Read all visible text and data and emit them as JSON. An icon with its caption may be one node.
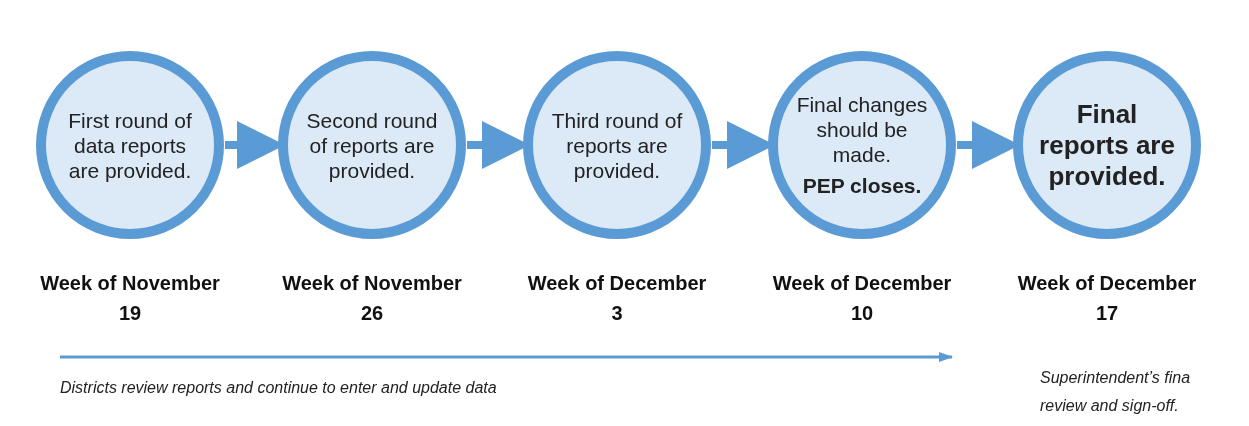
{
  "diagram": {
    "nodes": [
      {
        "text": [
          "First round of data reports are provided."
        ],
        "beside": [
          "Week of November 19"
        ]
      },
      {
        "text": [
          "Second round of reports are provided."
        ],
        "beside": [
          "Week of November 26"
        ]
      },
      {
        "text": [
          "Third round of reports are provided."
        ],
        "beside": [
          "Week of December 3"
        ]
      },
      {
        "text": [
          "Final changes should be made.",
          "PEP closes."
        ],
        "beside": [
          "Week of December 10"
        ]
      },
      {
        "text": [
          "Final reports are provided."
        ],
        "beside": [
          "Week of December 17"
        ]
      }
    ],
    "edges": [
      {
        "from": 0,
        "to": 1,
        "arrow": "to"
      },
      {
        "from": 1,
        "to": 2,
        "arrow": "to"
      },
      {
        "from": 2,
        "to": 3,
        "arrow": "to"
      },
      {
        "from": 3,
        "to": 4,
        "arrow": "to"
      }
    ],
    "labels": [
      "Districts review reports and continue to enter and update data",
      "Superintendent’s fina review and sign-off."
    ]
  }
}
